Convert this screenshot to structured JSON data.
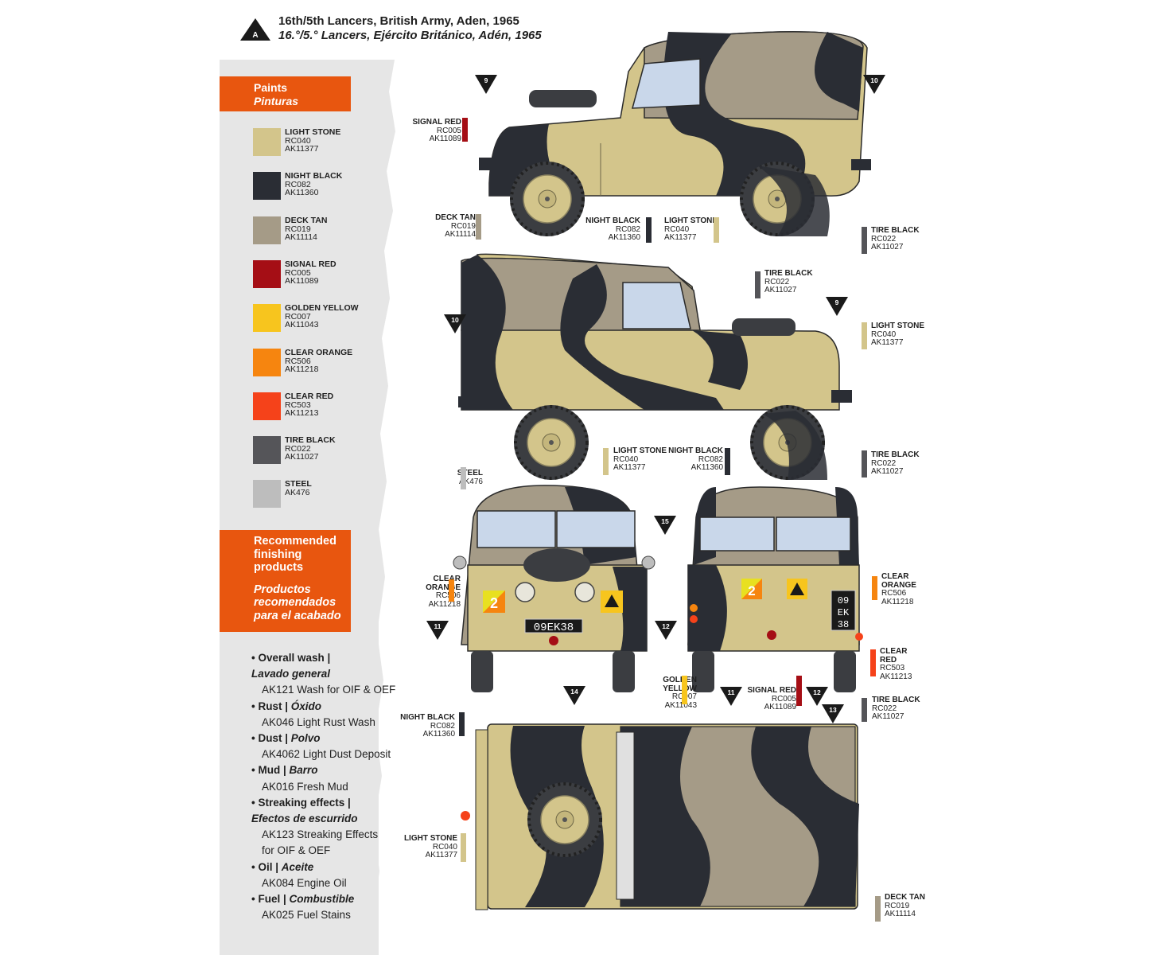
{
  "header": {
    "badge_letter": "A",
    "title_en": "16th/5th Lancers, British Army, Aden, 1965",
    "title_es": "16.°/5.° Lancers, Ejército Británico, Adén, 1965"
  },
  "paints_box": {
    "title_en": "Paints",
    "title_es": "Pinturas"
  },
  "paints": [
    {
      "name": "LIGHT STONE",
      "codes": [
        "RC040",
        "AK11377"
      ],
      "color": "#d3c58b"
    },
    {
      "name": "NIGHT BLACK",
      "codes": [
        "RC082",
        "AK11360"
      ],
      "color": "#2a2d34"
    },
    {
      "name": "DECK TAN",
      "codes": [
        "RC019",
        "AK11114"
      ],
      "color": "#a59b87"
    },
    {
      "name": "SIGNAL RED",
      "codes": [
        "RC005",
        "AK11089"
      ],
      "color": "#a50e15"
    },
    {
      "name": "GOLDEN YELLOW",
      "codes": [
        "RC007",
        "AK11043"
      ],
      "color": "#f7c51e"
    },
    {
      "name": "CLEAR ORANGE",
      "codes": [
        "RC506",
        "AK11218"
      ],
      "color": "#f6850f"
    },
    {
      "name": "CLEAR RED",
      "codes": [
        "RC503",
        "AK11213"
      ],
      "color": "#f5421a"
    },
    {
      "name": "TIRE BLACK",
      "codes": [
        "RC022",
        "AK11027"
      ],
      "color": "#555559"
    },
    {
      "name": "STEEL",
      "codes": [
        "AK476"
      ],
      "color": "#bdbdbd"
    }
  ],
  "finishing_box": {
    "title_en_lines": [
      "Recommended",
      "finishing",
      "products"
    ],
    "title_es_lines": [
      "Productos",
      "recomendados",
      "para el acabado"
    ]
  },
  "finishing": [
    {
      "en": "Overall wash |",
      "es": "Lavado general",
      "es_own_line": true,
      "product_lines": [
        "AK121 Wash for OIF & OEF"
      ]
    },
    {
      "en": "Rust |",
      "es": "Óxido",
      "es_own_line": false,
      "product_lines": [
        "AK046 Light Rust Wash"
      ]
    },
    {
      "en": "Dust |",
      "es": "Polvo",
      "es_own_line": false,
      "product_lines": [
        "AK4062 Light Dust Deposit"
      ]
    },
    {
      "en": "Mud |",
      "es": "Barro",
      "es_own_line": false,
      "product_lines": [
        "AK016 Fresh Mud"
      ]
    },
    {
      "en": "Streaking effects |",
      "es": "Efectos de escurrido",
      "es_own_line": true,
      "product_lines": [
        "AK123 Streaking Effects",
        "for OIF & OEF"
      ]
    },
    {
      "en": "Oil |",
      "es": "Aceite",
      "es_own_line": false,
      "product_lines": [
        "AK084 Engine Oil"
      ]
    },
    {
      "en": "Fuel |",
      "es": "Combustible",
      "es_own_line": false,
      "product_lines": [
        "AK025 Fuel Stains"
      ]
    }
  ],
  "plates": {
    "front": "09EK38",
    "rear_lines": [
      "09",
      "EK",
      "38"
    ],
    "unit_number": "2"
  },
  "callouts": [
    {
      "lines": [
        "SIGNAL RED"
      ],
      "codes": [
        "RC005",
        "AK11089"
      ],
      "color": "#a50e15"
    },
    {
      "lines": [
        "DECK TAN"
      ],
      "codes": [
        "RC019",
        "AK11114"
      ],
      "color": "#a59b87"
    },
    {
      "lines": [
        "NIGHT BLACK"
      ],
      "codes": [
        "RC082",
        "AK11360"
      ],
      "color": "#2a2d34"
    },
    {
      "lines": [
        "LIGHT STONE"
      ],
      "codes": [
        "RC040",
        "AK11377"
      ],
      "color": "#d3c58b"
    },
    {
      "lines": [
        "TIRE BLACK"
      ],
      "codes": [
        "RC022",
        "AK11027"
      ],
      "color": "#555559"
    },
    {
      "lines": [
        "TIRE BLACK"
      ],
      "codes": [
        "RC022",
        "AK11027"
      ],
      "color": "#555559"
    },
    {
      "lines": [
        "LIGHT STONE"
      ],
      "codes": [
        "RC040",
        "AK11377"
      ],
      "color": "#d3c58b"
    },
    {
      "lines": [
        "LIGHT STONE"
      ],
      "codes": [
        "RC040",
        "AK11377"
      ],
      "color": "#d3c58b"
    },
    {
      "lines": [
        "NIGHT BLACK"
      ],
      "codes": [
        "RC082",
        "AK11360"
      ],
      "color": "#2a2d34"
    },
    {
      "lines": [
        "TIRE BLACK"
      ],
      "codes": [
        "RC022",
        "AK11027"
      ],
      "color": "#555559"
    },
    {
      "lines": [
        "STEEL"
      ],
      "codes": [
        "AK476"
      ],
      "color": "#bdbdbd"
    },
    {
      "lines": [
        "CLEAR",
        "ORANGE"
      ],
      "codes": [
        "RC506",
        "AK11218"
      ],
      "color": "#f6850f"
    },
    {
      "lines": [
        "CLEAR",
        "ORANGE"
      ],
      "codes": [
        "RC506",
        "AK11218"
      ],
      "color": "#f6850f"
    },
    {
      "lines": [
        "CLEAR",
        "RED"
      ],
      "codes": [
        "RC503",
        "AK11213"
      ],
      "color": "#f5421a"
    },
    {
      "lines": [
        "GOLDEN",
        "YELLOW"
      ],
      "codes": [
        "RC007",
        "AK11043"
      ],
      "color": "#f7c51e"
    },
    {
      "lines": [
        "SIGNAL RED"
      ],
      "codes": [
        "RC005",
        "AK11089"
      ],
      "color": "#a50e15"
    },
    {
      "lines": [
        "TIRE BLACK"
      ],
      "codes": [
        "RC022",
        "AK11027"
      ],
      "color": "#555559"
    },
    {
      "lines": [
        "NIGHT BLACK"
      ],
      "codes": [
        "RC082",
        "AK11360"
      ],
      "color": "#2a2d34"
    },
    {
      "lines": [
        "LIGHT STONE"
      ],
      "codes": [
        "RC040",
        "AK11377"
      ],
      "color": "#d3c58b"
    },
    {
      "lines": [
        "DECK TAN"
      ],
      "codes": [
        "RC019",
        "AK11114"
      ],
      "color": "#a59b87"
    }
  ],
  "markers": [
    "9",
    "10",
    "10",
    "9",
    "15",
    "11",
    "12",
    "14",
    "11",
    "12",
    "13"
  ]
}
